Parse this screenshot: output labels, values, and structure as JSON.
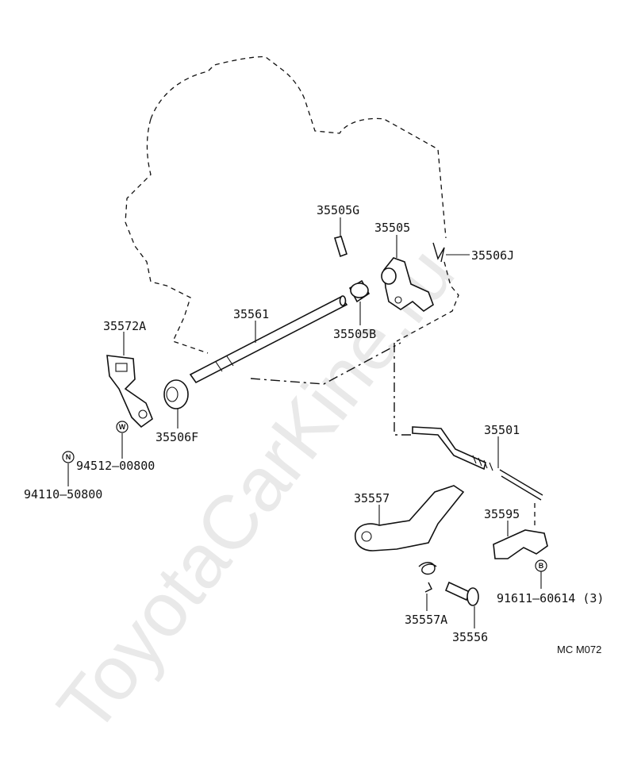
{
  "watermark": "ToyotaCarKine.ru",
  "diagram_code": "MC M072",
  "callouts": {
    "p35505G": "35505G",
    "p35505": "35505",
    "p35506J": "35506J",
    "p35561": "35561",
    "p35505B": "35505B",
    "p35572A": "35572A",
    "p35506F": "35506F",
    "p94512": "94512–00800",
    "p94110": "94110–50800",
    "p35501": "35501",
    "p35557": "35557",
    "p35595": "35595",
    "p91611": "91611–60614 (3)",
    "p35557A": "35557A",
    "p35556": "35556"
  },
  "symbols": {
    "w": "W",
    "n": "N",
    "b": "B"
  }
}
